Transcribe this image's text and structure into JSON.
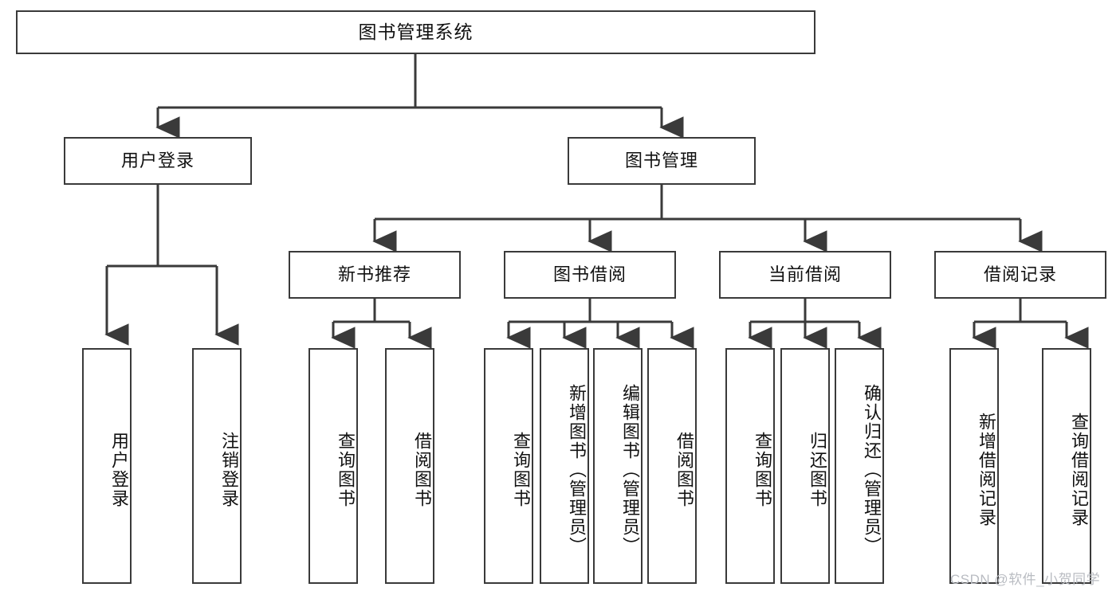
{
  "diagram": {
    "title": "图书管理系统",
    "type": "tree-hierarchy-chart",
    "colors": {
      "background": "#ffffff",
      "box_border": "#3a3a3a",
      "connector": "#3a3a3a",
      "text": "#111111",
      "watermark": "#b9bcc2"
    },
    "levels": {
      "root": {
        "label": "图书管理系统"
      },
      "level2": [
        {
          "label": "用户登录"
        },
        {
          "label": "图书管理"
        }
      ],
      "level3": [
        {
          "label": "新书推荐"
        },
        {
          "label": "图书借阅"
        },
        {
          "label": "当前借阅"
        },
        {
          "label": "借阅记录"
        }
      ],
      "leaves": {
        "user_login": [
          {
            "label": "用户登录"
          },
          {
            "label": "注销登录"
          }
        ],
        "new_book_recommend": [
          {
            "label": "查询图书"
          },
          {
            "label": "借阅图书"
          }
        ],
        "book_borrow": [
          {
            "label": "查询图书"
          },
          {
            "label": "新增图书（管理员）"
          },
          {
            "label": "编辑图书（管理员）"
          },
          {
            "label": "借阅图书"
          }
        ],
        "current_borrow": [
          {
            "label": "查询图书"
          },
          {
            "label": "归还图书"
          },
          {
            "label": "确认归还（管理员）"
          }
        ],
        "borrow_record": [
          {
            "label": "新增借阅记录"
          },
          {
            "label": "查询借阅记录"
          }
        ]
      }
    }
  },
  "watermark": {
    "text": "CSDN @软件_小贺同学"
  }
}
